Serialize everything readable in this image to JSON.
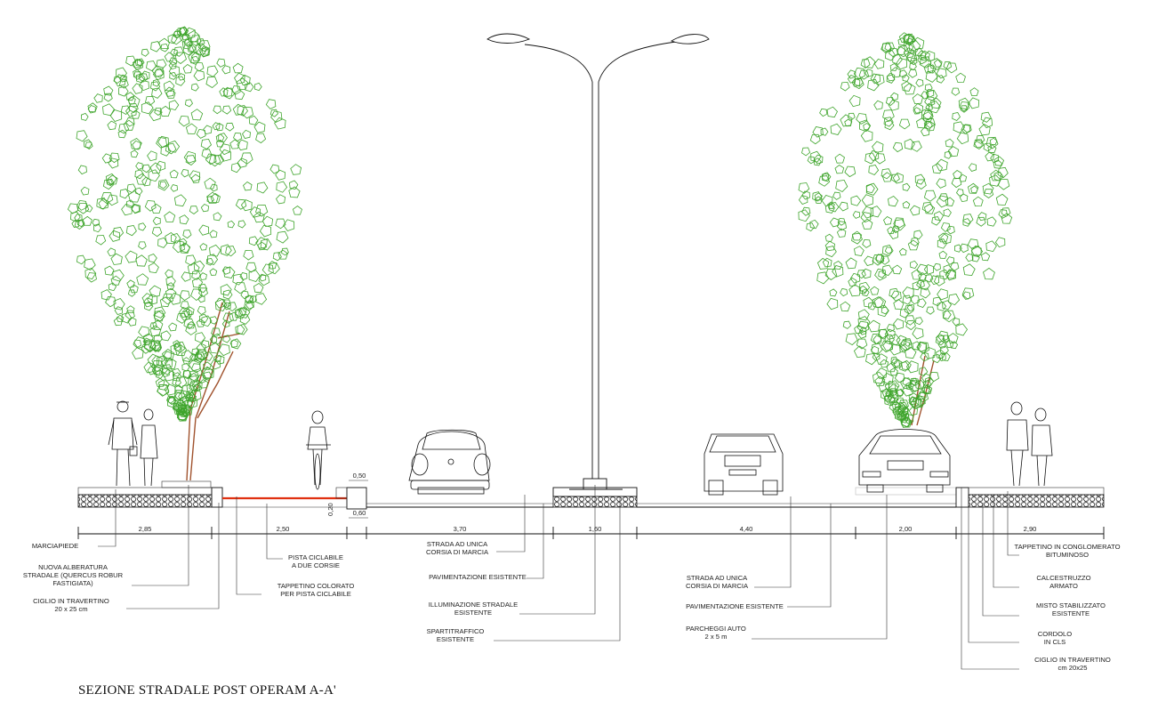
{
  "title": "SEZIONE STRADALE POST OPERAM A-A'",
  "dimensions": [
    "2,85",
    "2,50",
    "3,70",
    "1,60",
    "4,40",
    "2,00",
    "2,90"
  ],
  "small_dimensions": {
    "top": "0,50",
    "bottom": "0,60",
    "vertical": "0,20"
  },
  "labels_left": {
    "marciapiede": "MARCIAPIEDE",
    "alberatura": [
      "NUOVA ALBERATURA",
      "STRADALE (QUERCUS ROBUR",
      "FASTIGIATA)"
    ],
    "ciglio": [
      "CIGLIO IN TRAVERTINO",
      "20 x 25 cm"
    ],
    "pista": [
      "PISTA CICLABILE",
      "A DUE CORSIE"
    ],
    "tappetino_colorato": [
      "TAPPETINO COLORATO",
      "PER PISTA CICLABILE"
    ],
    "strada_1": [
      "STRADA AD UNICA",
      "CORSIA DI MARCIA"
    ],
    "pavimentazione_1": "PAVIMENTAZIONE ESISTENTE",
    "illuminazione": [
      "ILLUMINAZIONE STRADALE",
      "ESISTENTE"
    ],
    "spartitraffico": [
      "SPARTITRAFFICO",
      "ESISTENTE"
    ]
  },
  "labels_right": {
    "strada_2": [
      "STRADA AD UNICA",
      "CORSIA DI MARCIA"
    ],
    "pavimentazione_2": "PAVIMENTAZIONE ESISTENTE",
    "parcheggi": [
      "PARCHEGGI AUTO",
      "2 x 5 m"
    ],
    "tappetino_conglomerato": [
      "TAPPETINO IN CONGLOMERATO",
      "BITUMINOSO"
    ],
    "calcestruzzo": [
      "CALCESTRUZZO",
      "ARMATO"
    ],
    "misto": [
      "MISTO STABILIZZATO",
      "ESISTENTE"
    ],
    "cordolo": [
      "CORDOLO",
      "IN CLS"
    ],
    "ciglio_2": [
      "CIGLIO IN TRAVERTINO",
      "cm 20x25"
    ]
  },
  "colors": {
    "foliage": "#3fa52c",
    "trunk": "#a0522d",
    "bike_lane": "#e03010",
    "line": "#111111"
  }
}
